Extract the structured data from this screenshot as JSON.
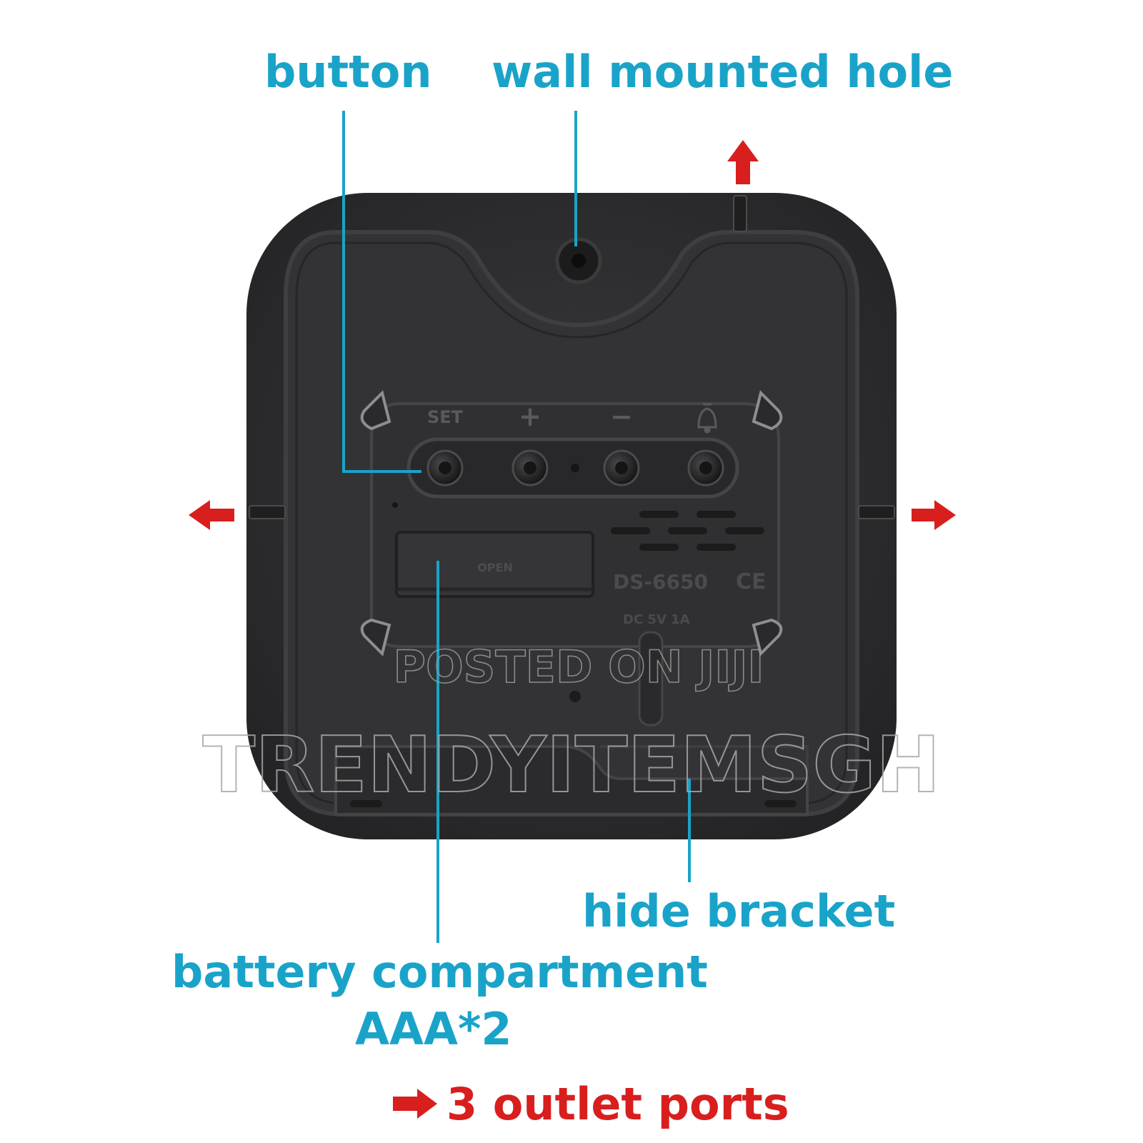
{
  "callouts": {
    "button": "button",
    "wall_mounted_hole": "wall mounted hole",
    "hide_bracket": "hide bracket",
    "battery_compartment": "battery compartment",
    "battery_type": "AAA*2",
    "outlet_ports": "3 outlet ports"
  },
  "panel": {
    "button_labels": [
      "SET",
      "+",
      "−"
    ],
    "alarm_symbol": "alarm-bell-icon",
    "battery_door_label": "OPEN",
    "model": "DS-6650",
    "certification": "CE",
    "power_rating": "DC 5V 1A"
  },
  "watermarks": {
    "posted_on": "POSTED ON JIJI",
    "seller": "TRENDYITEMSGH"
  },
  "colors": {
    "callout_text": "#1aa3c9",
    "leader_line": "#1aa3c9",
    "arrow": "#d91e1e",
    "outlet_text": "#d91e1e",
    "device_body": "#2f2f31",
    "device_inner": "#38383a"
  }
}
